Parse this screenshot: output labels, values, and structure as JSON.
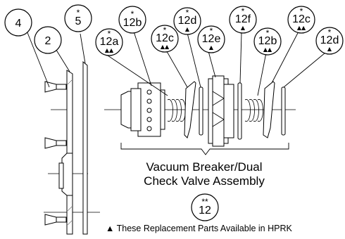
{
  "callouts": [
    {
      "star": "",
      "label": "4",
      "triangles": ""
    },
    {
      "star": "",
      "label": "2",
      "triangles": ""
    },
    {
      "star": "*",
      "label": "5",
      "triangles": ""
    },
    {
      "star": "*",
      "label": "12b",
      "triangles": ""
    },
    {
      "star": "*",
      "label": "12a",
      "triangles": "▲▲"
    },
    {
      "star": "*",
      "label": "12c",
      "triangles": "▲▲"
    },
    {
      "star": "*",
      "label": "12d",
      "triangles": "▲"
    },
    {
      "star": "*",
      "label": "12e",
      "triangles": "▲"
    },
    {
      "star": "*",
      "label": "12f",
      "triangles": "▲"
    },
    {
      "star": "*",
      "label": "12b",
      "triangles": "▲▲"
    },
    {
      "star": "*",
      "label": "12c",
      "triangles": "▲▲"
    },
    {
      "star": "*",
      "label": "12d",
      "triangles": "▲"
    },
    {
      "star": "**",
      "label": "12",
      "triangles": ""
    }
  ],
  "assembly_caption": {
    "line1": "Vacuum Breaker/Dual",
    "line2": "Check Valve Assembly"
  },
  "footnote": {
    "marker": "▲",
    "text": "These Replacement Parts Available in HPRK"
  }
}
